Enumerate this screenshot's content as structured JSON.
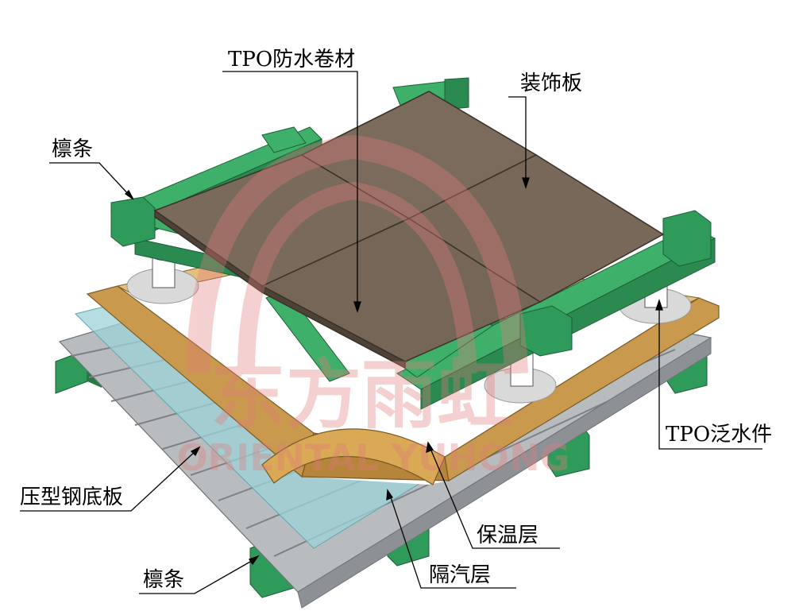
{
  "labels": {
    "tpo_membrane": "TPO防水卷材",
    "decor_panel": "装饰板",
    "purlin_top": "檩条",
    "tpo_flashing": "TPO泛水件",
    "steel_deck": "压型钢底板",
    "insulation": "保温层",
    "vapor_barrier": "隔汽层",
    "purlin_bottom": "檩条"
  },
  "watermark": {
    "cn": "东方雨虹",
    "en": "ORIENTAL YUHONG"
  },
  "colors": {
    "purlin_green": "#2e9a5a",
    "panel_brown": "#7a6a5c",
    "insulation_tan": "#c99a4e",
    "vapor_blue": "#9dd3d8",
    "deck_gray": "#b9bcbf",
    "watermark_red": "#e8a0a0"
  }
}
